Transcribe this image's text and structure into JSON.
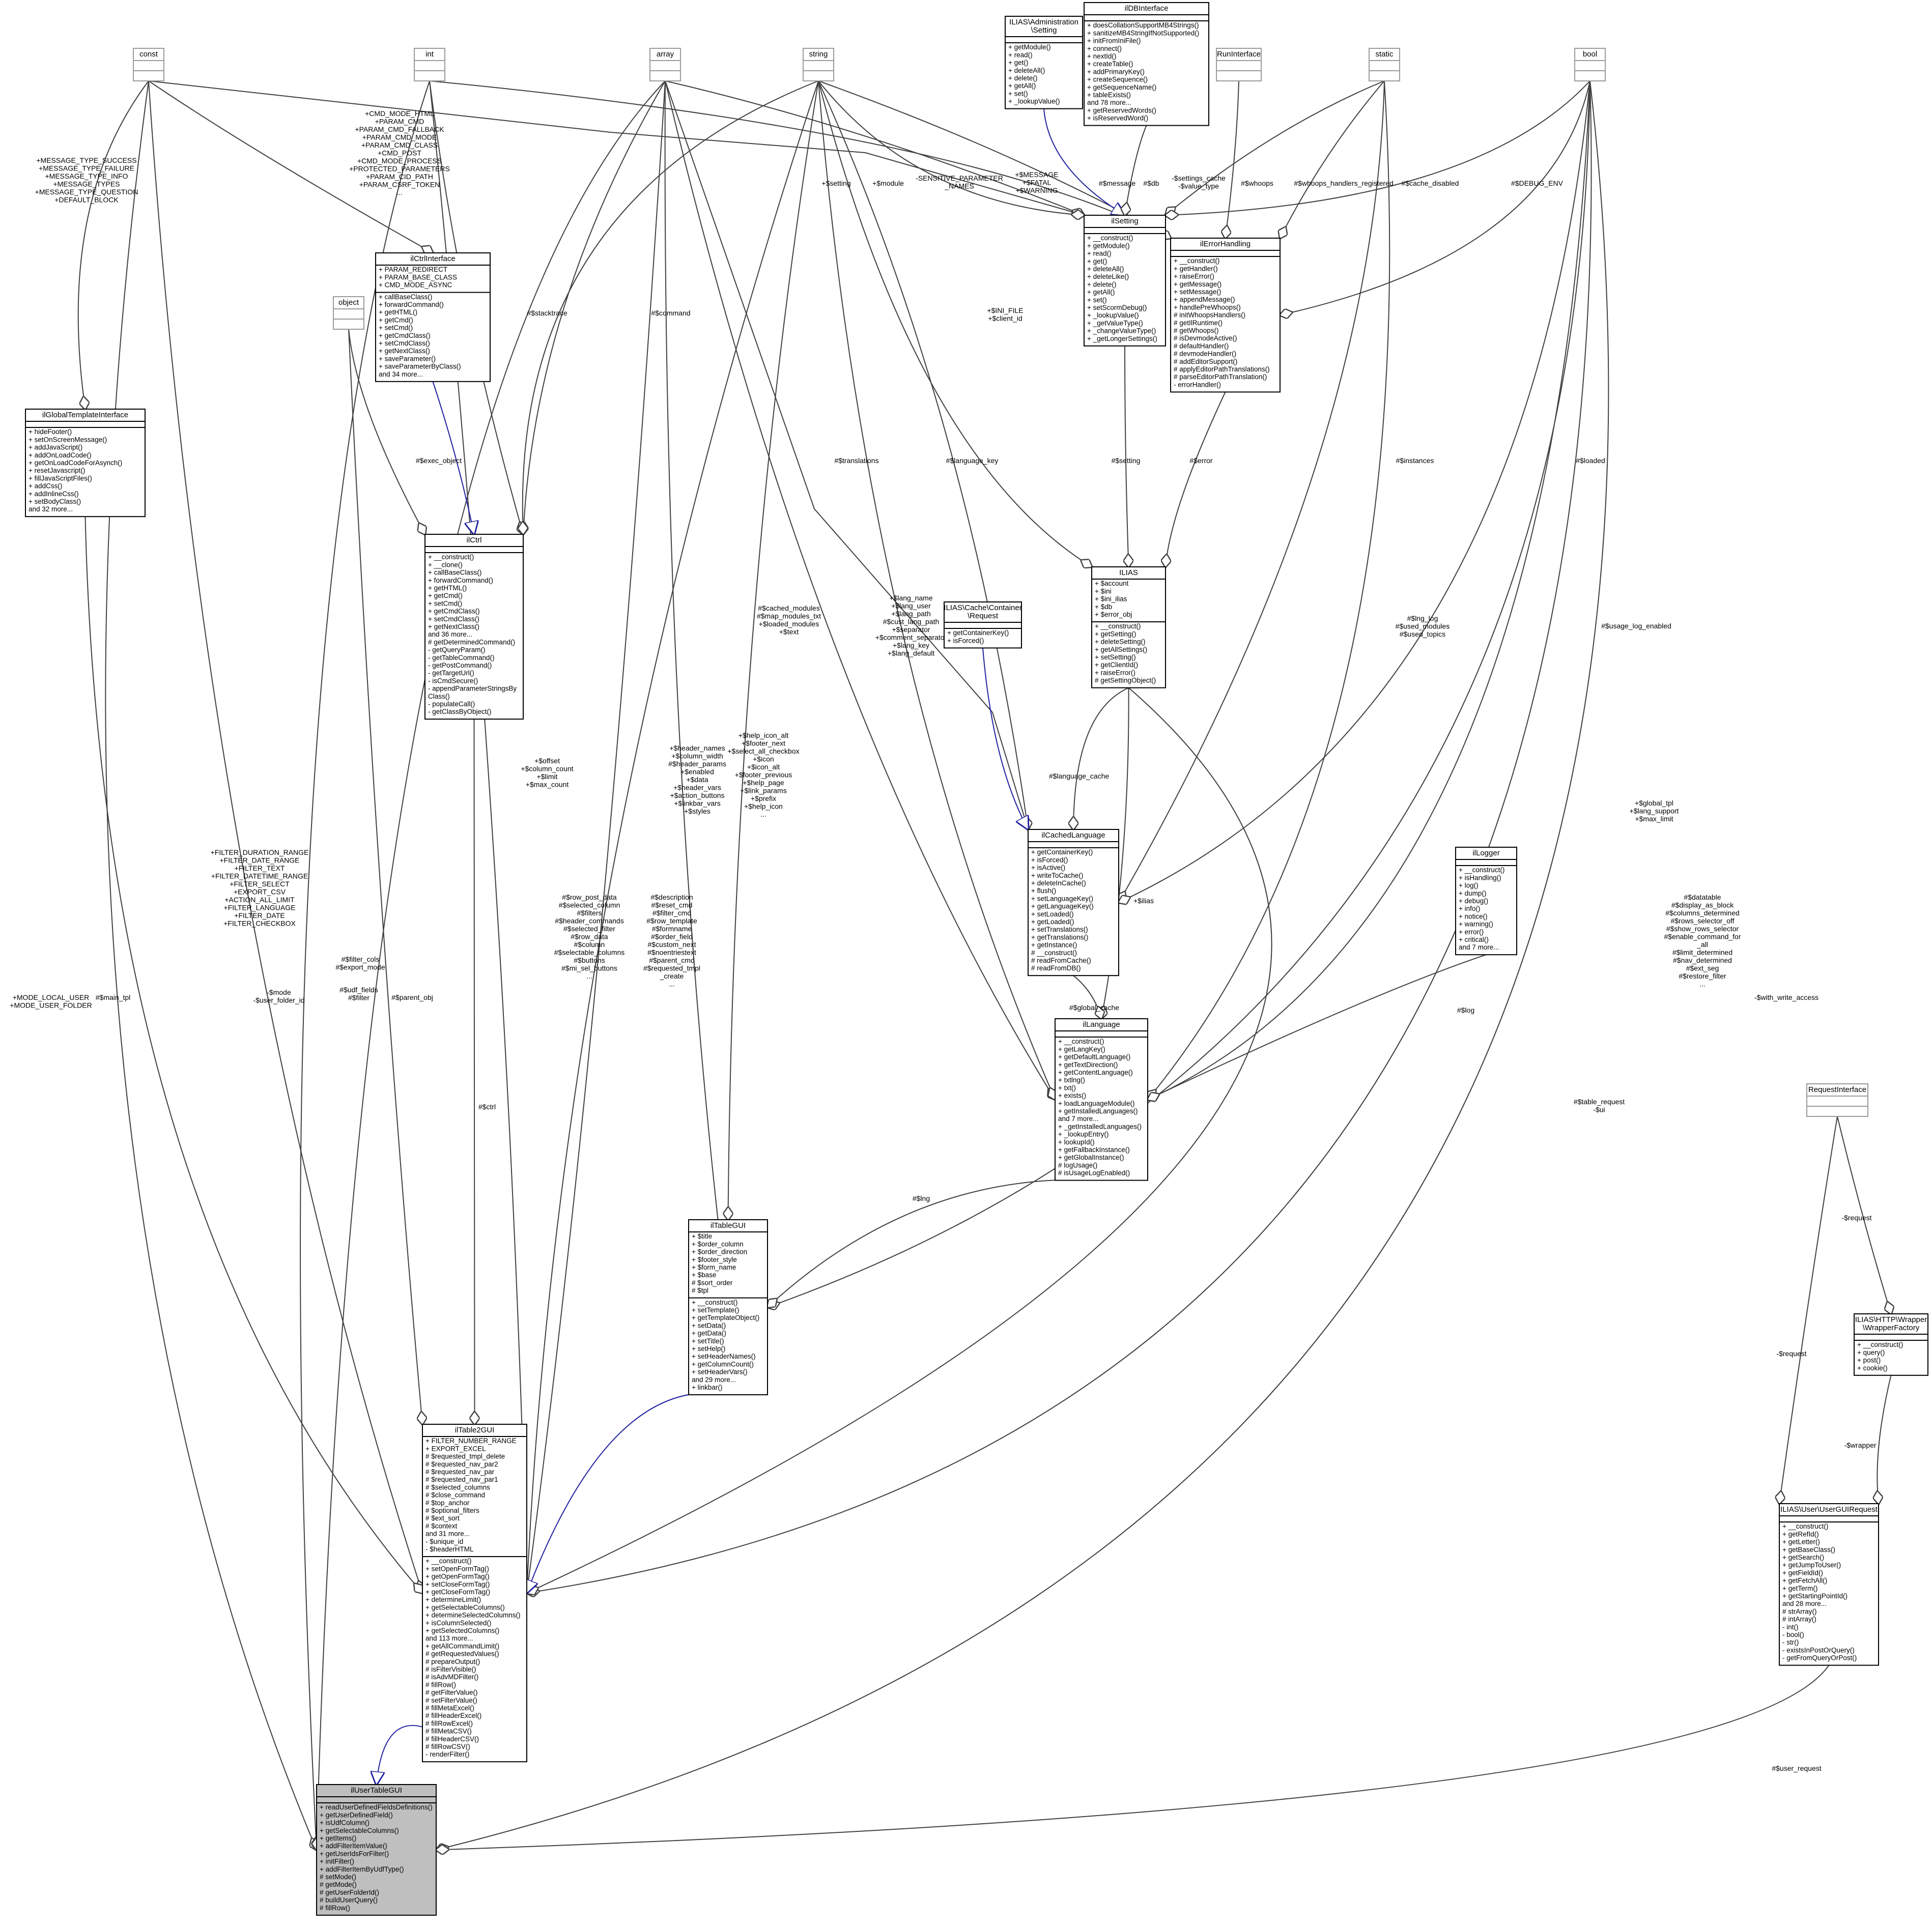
{
  "diagram": {
    "classes": [
      {
        "id": "const",
        "name": "const",
        "attrs": [],
        "methods": [],
        "stub": true
      },
      {
        "id": "int",
        "name": "int",
        "attrs": [],
        "methods": [],
        "stub": true
      },
      {
        "id": "array",
        "name": "array",
        "attrs": [],
        "methods": [],
        "stub": true
      },
      {
        "id": "string",
        "name": "string",
        "attrs": [],
        "methods": [],
        "stub": true
      },
      {
        "id": "static",
        "name": "static",
        "attrs": [],
        "methods": [],
        "stub": true
      },
      {
        "id": "bool",
        "name": "bool",
        "attrs": [],
        "methods": [],
        "stub": true
      },
      {
        "id": "object",
        "name": "object",
        "attrs": [],
        "methods": [],
        "stub": true
      },
      {
        "id": "RunInterface",
        "name": "RunInterface",
        "attrs": [],
        "methods": [],
        "stub": true
      },
      {
        "id": "RequestInterface",
        "name": "RequestInterface",
        "attrs": [],
        "methods": [],
        "stub": true
      },
      {
        "id": "AdminSetting",
        "name": "ILIAS\\Administration\n\\Setting",
        "attrs": [],
        "methods": [
          "+ getModule()",
          "+ read()",
          "+ get()",
          "+ deleteAll()",
          "+ delete()",
          "+ getAll()",
          "+ set()",
          "+ _lookupValue()"
        ]
      },
      {
        "id": "ilDBInterface",
        "name": "ilDBInterface",
        "attrs": [],
        "methods": [
          "+ doesCollationSupportMB4Strings()",
          "+ sanitizeMB4StringIfNotSupported()",
          "+ initFromIniFile()",
          "+ connect()",
          "+ nextId()",
          "+ createTable()",
          "+ addPrimaryKey()",
          "+ createSequence()",
          "+ getSequenceName()",
          "+ tableExists()",
          "and 78 more...",
          "+ getReservedWords()",
          "+ isReservedWord()"
        ]
      },
      {
        "id": "ilCtrlInterface",
        "name": "ilCtrlInterface",
        "attrs": [
          "+ PARAM_REDIRECT",
          "+ PARAM_BASE_CLASS",
          "+ CMD_MODE_ASYNC"
        ],
        "methods": [
          "+ callBaseClass()",
          "+ forwardCommand()",
          "+ getHTML()",
          "+ getCmd()",
          "+ setCmd()",
          "+ getCmdClass()",
          "+ setCmdClass()",
          "+ getNextClass()",
          "+ saveParameter()",
          "+ saveParameterByClass()",
          "and 34 more..."
        ]
      },
      {
        "id": "ilGlobalTemplateInterface",
        "name": "ilGlobalTemplateInterface",
        "attrs": [],
        "methods": [
          "+ hideFooter()",
          "+ setOnScreenMessage()",
          "+ addJavaScript()",
          "+ addOnLoadCode()",
          "+ getOnLoadCodeForAsynch()",
          "+ resetJavascript()",
          "+ fillJavaScriptFiles()",
          "+ addCss()",
          "+ addInlineCss()",
          "+ setBodyClass()",
          "and 32 more..."
        ]
      },
      {
        "id": "ilSetting",
        "name": "ilSetting",
        "attrs": [],
        "methods": [
          "+ __construct()",
          "+ getModule()",
          "+ read()",
          "+ get()",
          "+ deleteAll()",
          "+ deleteLike()",
          "+ delete()",
          "+ getAll()",
          "+ set()",
          "+ setScormDebug()",
          "+ _lookupValue()",
          "+ _getValueType()",
          "+ _changeValueType()",
          "+ _getLongerSettings()"
        ]
      },
      {
        "id": "ilErrorHandling",
        "name": "ilErrorHandling",
        "attrs": [],
        "methods": [
          "+ __construct()",
          "+ getHandler()",
          "+ raiseError()",
          "+ getMessage()",
          "+ setMessage()",
          "+ appendMessage()",
          "+ handlePreWhoops()",
          "# initWhoopsHandlers()",
          "# getIlRuntime()",
          "# getWhoops()",
          "# isDevmodeActive()",
          "# defaultHandler()",
          "# devmodeHandler()",
          "# addEditorSupport()",
          "# applyEditorPathTranslations()",
          "# parseEditorPathTranslation()",
          "- errorHandler()"
        ]
      },
      {
        "id": "ilCtrl",
        "name": "ilCtrl",
        "attrs": [],
        "methods": [
          "+ __construct()",
          "+ __clone()",
          "+ callBaseClass()",
          "+ forwardCommand()",
          "+ getHTML()",
          "+ getCmd()",
          "+ setCmd()",
          "+ getCmdClass()",
          "+ setCmdClass()",
          "+ getNextClass()",
          "and 36 more...",
          "# getDeterminedCommand()",
          "- getQueryParam()",
          "- getTableCommand()",
          "- getPostCommand()",
          "- getTargetUrl()",
          "- isCmdSecure()",
          "- appendParameterStringsBy",
          "Class()",
          "- populateCall()",
          "- getClassByObject()"
        ]
      },
      {
        "id": "ILIAS",
        "name": "ILIAS",
        "attrs": [
          "+ $account",
          "+ $ini",
          "+ $ini_ilias",
          "+ $db",
          "+ $error_obj"
        ],
        "methods": [
          "+ __construct()",
          "+ getSetting()",
          "+ deleteSetting()",
          "+ getAllSettings()",
          "+ setSetting()",
          "+ getClientId()",
          "+ raiseError()",
          "# getSettingObject()"
        ]
      },
      {
        "id": "CacheContainerRequest",
        "name": "ILIAS\\Cache\\Container\n\\Request",
        "attrs": [],
        "methods": [
          "+ getContainerKey()",
          "+ isForced()"
        ]
      },
      {
        "id": "ilCachedLanguage",
        "name": "ilCachedLanguage",
        "attrs": [],
        "methods": [
          "+ getContainerKey()",
          "+ isForced()",
          "+ isActive()",
          "+ writeToCache()",
          "+ deleteInCache()",
          "+ flush()",
          "+ setLanguageKey()",
          "+ getLanguageKey()",
          "+ setLoaded()",
          "+ getLoaded()",
          "+ setTranslations()",
          "+ getTranslations()",
          "+ getInstance()",
          "# __construct()",
          "# readFromCache()",
          "# readFromDB()"
        ]
      },
      {
        "id": "ilLogger",
        "name": "ilLogger",
        "attrs": [],
        "methods": [
          "+ __construct()",
          "+ isHandling()",
          "+ log()",
          "+ dump()",
          "+ debug()",
          "+ info()",
          "+ notice()",
          "+ warning()",
          "+ error()",
          "+ critical()",
          "and 7 more..."
        ]
      },
      {
        "id": "ilLanguage",
        "name": "ilLanguage",
        "attrs": [],
        "methods": [
          "+ __construct()",
          "+ getLangKey()",
          "+ getDefaultLanguage()",
          "+ getTextDirection()",
          "+ getContentLanguage()",
          "+ txtlng()",
          "+ txt()",
          "+ exists()",
          "+ loadLanguageModule()",
          "+ getInstalledLanguages()",
          "and 7 more...",
          "+ _getInstalledLanguages()",
          "+ _lookupEntry()",
          "+ lookupId()",
          "+ getFallbackInstance()",
          "+ getGlobalInstance()",
          "# logUsage()",
          "# isUsageLogEnabled()"
        ]
      },
      {
        "id": "ilTableGUI",
        "name": "ilTableGUI",
        "attrs": [
          "+ $title",
          "+ $order_column",
          "+ $order_direction",
          "+ $footer_style",
          "+ $form_name",
          "+ $base",
          "# $sort_order",
          "# $tpl"
        ],
        "methods": [
          "+ __construct()",
          "+ setTemplate()",
          "+ getTemplateObject()",
          "+ setData()",
          "+ getData()",
          "+ setTitle()",
          "+ setHelp()",
          "+ setHeaderNames()",
          "+ getColumnCount()",
          "+ setHeaderVars()",
          "and 29 more...",
          "+ linkbar()"
        ]
      },
      {
        "id": "HTTPWrapperFactory",
        "name": "ILIAS\\HTTP\\Wrapper\n\\WrapperFactory",
        "attrs": [],
        "methods": [
          "+ __construct()",
          "+ query()",
          "+ post()",
          "+ cookie()"
        ]
      },
      {
        "id": "ilTable2GUI",
        "name": "ilTable2GUI",
        "attrs": [
          "+ FILTER_NUMBER_RANGE",
          "+ EXPORT_EXCEL",
          "# $requested_tmpl_delete",
          "# $requested_nav_par2",
          "# $requested_nav_par",
          "# $requested_nav_par1",
          "# $selected_columns",
          "# $close_command",
          "# $top_anchor",
          "# $optional_filters",
          "# $ext_sort",
          "# $context",
          "and 31 more...",
          "- $unique_id",
          "- $headerHTML"
        ],
        "methods": [
          "+ __construct()",
          "+ setOpenFormTag()",
          "+ getOpenFormTag()",
          "+ setCloseFormTag()",
          "+ getCloseFormTag()",
          "+ determineLimit()",
          "+ getSelectableColumns()",
          "+ determineSelectedColumns()",
          "+ isColumnSelected()",
          "+ getSelectedColumns()",
          "and 113 more...",
          "+ getAllCommandLimit()",
          "# getRequestedValues()",
          "# prepareOutput()",
          "# isFilterVisible()",
          "# isAdvMDFilter()",
          "# fillRow()",
          "# getFilterValue()",
          "# setFilterValue()",
          "# fillMetaExcel()",
          "# fillHeaderExcel()",
          "# fillRowExcel()",
          "# fillMetaCSV()",
          "# fillHeaderCSV()",
          "# fillRowCSV()",
          "- renderFilter()"
        ]
      },
      {
        "id": "UserGUIRequest",
        "name": "ILIAS\\User\\UserGUIRequest",
        "attrs": [],
        "methods": [
          "+ __construct()",
          "+ getRefId()",
          "+ getLetter()",
          "+ getBaseClass()",
          "+ getSearch()",
          "+ getJumpToUser()",
          "+ getFieldId()",
          "+ getFetchAll()",
          "+ getTerm()",
          "+ getStartingPointId()",
          "and 28 more...",
          "# strArray()",
          "# intArray()",
          "- int()",
          "- bool()",
          "- str()",
          "- existsInPostOrQuery()",
          "- getFromQueryOrPost()"
        ]
      },
      {
        "id": "ilUserTableGUI",
        "name": "ilUserTableGUI",
        "attrs": [],
        "methods": [
          "+ readUserDefinedFieldsDefinitions()",
          "+ getUserDefinedField()",
          "+ isUdfColumn()",
          "+ getSelectableColumns()",
          "+ getItems()",
          "+ addFilterItemValue()",
          "+ getUserIdsForFilter()",
          "+ initFilter()",
          "+ addFilterItemByUdfType()",
          "# setMode()",
          "# getMode()",
          "# getUserFolderId()",
          "# buildUserQuery()",
          "# fillRow()"
        ]
      }
    ],
    "edge_labels": [
      {
        "id": "l_msgconst",
        "lines": [
          "+MESSAGE_TYPE_SUCCESS",
          "+MESSAGE_TYPE_FAILURE",
          "+MESSAGE_TYPE_INFO",
          "+MESSAGE_TYPES",
          "+MESSAGE_TYPE_QUESTION",
          "+DEFAULT_BLOCK"
        ]
      },
      {
        "id": "l_ctrlconst",
        "lines": [
          "+CMD_MODE_HTML",
          "+PARAM_CMD",
          "+PARAM_CMD_FALLBACK",
          "+PARAM_CMD_MODE",
          "+PARAM_CMD_CLASS",
          "+CMD_POST",
          "+CMD_MODE_PROCESS",
          "+PROTECTED_PARAMETERS",
          "+PARAM_CID_PATH",
          "+PARAM_CSRF_TOKEN",
          "..."
        ]
      },
      {
        "id": "l_setting",
        "lines": [
          "+$setting"
        ]
      },
      {
        "id": "l_module",
        "lines": [
          "+$module"
        ]
      },
      {
        "id": "l_sensitive",
        "lines": [
          "-SENSITIVE_PARAMETER",
          "_NAMES"
        ]
      },
      {
        "id": "l_errconst",
        "lines": [
          "+$MESSAGE",
          "+$FATAL",
          "+$WARNING"
        ]
      },
      {
        "id": "l_message",
        "lines": [
          "#$message"
        ]
      },
      {
        "id": "l_db",
        "lines": [
          "#$db"
        ]
      },
      {
        "id": "l_settingscache",
        "lines": [
          "-$settings_cache",
          "-$value_type"
        ]
      },
      {
        "id": "l_whoops",
        "lines": [
          "#$whoops"
        ]
      },
      {
        "id": "l_whoopsreg",
        "lines": [
          "#$whoops_handlers_registered"
        ]
      },
      {
        "id": "l_cachedisabled",
        "lines": [
          "#$cache_disabled"
        ]
      },
      {
        "id": "l_debugenv",
        "lines": [
          "#$DEBUG_ENV"
        ]
      },
      {
        "id": "l_stacktrace",
        "lines": [
          "#$stacktrace"
        ]
      },
      {
        "id": "l_command",
        "lines": [
          "#$command"
        ]
      },
      {
        "id": "l_inifile",
        "lines": [
          "+$INI_FILE",
          "+$client_id"
        ]
      },
      {
        "id": "l_execobject",
        "lines": [
          "#$exec_object"
        ]
      },
      {
        "id": "l_settingvar",
        "lines": [
          "#$setting"
        ]
      },
      {
        "id": "l_error",
        "lines": [
          "#$error"
        ]
      },
      {
        "id": "l_translations",
        "lines": [
          "#$translations"
        ]
      },
      {
        "id": "l_langkey",
        "lines": [
          "#$language_key"
        ]
      },
      {
        "id": "l_instances",
        "lines": [
          "#$instances"
        ]
      },
      {
        "id": "l_loaded",
        "lines": [
          "#$loaded"
        ]
      },
      {
        "id": "l_cachedmods",
        "lines": [
          "#$cached_modules",
          "#$map_modules_txt",
          "+$loaded_modules",
          "+$text"
        ]
      },
      {
        "id": "l_langname",
        "lines": [
          "+$lang_name",
          "+$lang_user",
          "+$lang_path",
          "#$cust_lang_path",
          "+$separator",
          "+$comment_separator",
          "+$lang_key",
          "+$lang_default"
        ]
      },
      {
        "id": "l_lnglog",
        "lines": [
          "#$lng_log",
          "#$used_modules",
          "#$used_topics"
        ]
      },
      {
        "id": "l_usagelog",
        "lines": [
          "#$usage_log_enabled"
        ]
      },
      {
        "id": "l_offset",
        "lines": [
          "+$offset",
          "+$column_count",
          "+$limit",
          "+$max_count"
        ]
      },
      {
        "id": "l_headernames",
        "lines": [
          "+$header_names",
          "+$column_width",
          "#$header_params",
          "+$enabled",
          "+$data",
          "+$header_vars",
          "+$action_buttons",
          "+$linkbar_vars",
          "+$styles"
        ]
      },
      {
        "id": "l_helpicon",
        "lines": [
          "+$help_icon_alt",
          "+$footer_next",
          "+$select_all_checkbox",
          "+$icon",
          "+$icon_alt",
          "+$footer_previous",
          "+$help_page",
          "+$link_params",
          "+$prefix",
          "+$help_icon",
          "..."
        ]
      },
      {
        "id": "l_langcache",
        "lines": [
          "#$language_cache"
        ]
      },
      {
        "id": "l_ilias",
        "lines": [
          "+$ilias"
        ]
      },
      {
        "id": "l_globalcache",
        "lines": [
          "#$global_cache"
        ]
      },
      {
        "id": "l_log",
        "lines": [
          "#$log"
        ]
      },
      {
        "id": "l_globaltpl",
        "lines": [
          "+$global_tpl",
          "+$lang_support",
          "+$max_limit"
        ]
      },
      {
        "id": "l_filterdur",
        "lines": [
          "+FILTER_DURATION_RANGE",
          "+FILTER_DATE_RANGE",
          "+FILTER_TEXT",
          "+FILTER_DATETIME_RANGE",
          "+FILTER_SELECT",
          "+EXPORT_CSV",
          "+ACTION_ALL_LIMIT",
          "+FILTER_LANGUAGE",
          "+FILTER_DATE",
          "+FILTER_CHECKBOX"
        ]
      },
      {
        "id": "l_rowpost",
        "lines": [
          "#$row_post_data",
          "#$selected_column",
          "#$filters",
          "#$header_commands",
          "#$selected_filter",
          "#$row_data",
          "#$column",
          "#$selectable_columns",
          "#$buttons",
          "#$mi_sel_buttons",
          "..."
        ]
      },
      {
        "id": "l_description",
        "lines": [
          "#$description",
          "#$reset_cmd",
          "#$filter_cmd",
          "#$row_template",
          "#$formname",
          "#$order_field",
          "#$custom_next",
          "#$noentriestext",
          "#$parent_cmd",
          "#$requested_tmpl",
          "_create",
          "..."
        ]
      },
      {
        "id": "l_datatable",
        "lines": [
          "#$datatable",
          "#$display_as_block",
          "#$columns_determined",
          "#$rows_selector_off",
          "#$show_rows_selector",
          "#$enable_command_for",
          "_all",
          "#$limit_determined",
          "#$nav_determined",
          "#$ext_seg",
          "#$restore_filter",
          "..."
        ]
      },
      {
        "id": "l_modeconst",
        "lines": [
          "+MODE_LOCAL_USER",
          "+MODE_USER_FOLDER"
        ]
      },
      {
        "id": "l_maintpl",
        "lines": [
          "#$main_tpl"
        ]
      },
      {
        "id": "l_filtercols",
        "lines": [
          "#$filter_cols",
          "#$export_mode"
        ]
      },
      {
        "id": "l_mode",
        "lines": [
          "-$mode",
          "-$user_folder_id"
        ]
      },
      {
        "id": "l_udffields",
        "lines": [
          "#$udf_fields",
          "#$filter"
        ]
      },
      {
        "id": "l_parentobj",
        "lines": [
          "#$parent_obj"
        ]
      },
      {
        "id": "l_ctrl",
        "lines": [
          "#$ctrl"
        ]
      },
      {
        "id": "l_lng",
        "lines": [
          "#$lng"
        ]
      },
      {
        "id": "l_tablerequest",
        "lines": [
          "#$table_request",
          "-$ui"
        ]
      },
      {
        "id": "l_writeaccess",
        "lines": [
          "-$with_write_access"
        ]
      },
      {
        "id": "l_requestgui",
        "lines": [
          "-$request"
        ]
      },
      {
        "id": "l_requestwrap",
        "lines": [
          "-$request"
        ]
      },
      {
        "id": "l_wrapper",
        "lines": [
          "-$wrapper"
        ]
      },
      {
        "id": "l_userrequest",
        "lines": [
          "#$user_request"
        ]
      }
    ]
  }
}
